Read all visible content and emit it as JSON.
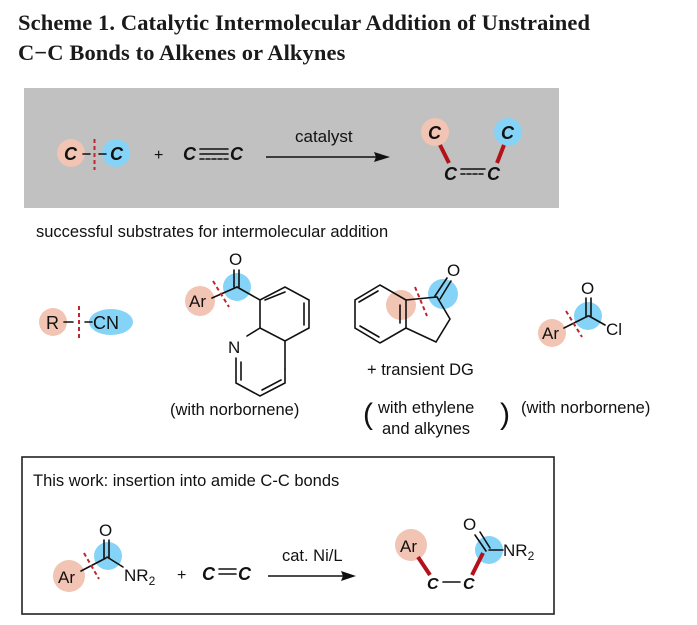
{
  "title": {
    "line1": "Scheme 1. Catalytic Intermolecular Addition of Unstrained",
    "line2": "C−C Bonds to Alkenes or Alkynes"
  },
  "colors": {
    "grey_panel": "#c1c1c1",
    "salmon_highlight": "#f2c4b3",
    "blue_highlight": "#85d4f7",
    "bond_red": "#b3121a",
    "cut_red": "#c0262d"
  },
  "general_scheme": {
    "reactant_left_atom": "C",
    "reactant_right_atom": "C",
    "plus": "+",
    "partner_left": "C",
    "partner_right": "C",
    "arrow_label": "catalyst",
    "product_top_left": "C",
    "product_top_right": "C",
    "product_bottom_left": "C",
    "product_bottom_right": "C"
  },
  "substrates": {
    "heading": "successful substrates for intermolecular addition",
    "nitrile": {
      "r": "R",
      "cn": "CN"
    },
    "quinolinyl_ketone": {
      "ar": "Ar",
      "o": "O",
      "n": "N",
      "note": "(with norbornene)"
    },
    "indanone": {
      "o": "O",
      "note_dg": "+ transient DG",
      "note_line1": "with ethylene",
      "note_line2": "and alkynes"
    },
    "acyl_chloride": {
      "ar": "Ar",
      "o": "O",
      "cl": "Cl",
      "note": "(with norbornene)"
    }
  },
  "this_work": {
    "heading": "This work: insertion into amide C-C bonds",
    "amide": {
      "ar": "Ar",
      "o": "O",
      "nr": "NR",
      "sub": "2"
    },
    "plus": "+",
    "alkene_left": "C",
    "alkene_right": "C",
    "arrow_label": "cat. Ni/L",
    "product": {
      "ar": "Ar",
      "o": "O",
      "nr": "NR",
      "sub": "2",
      "c_left": "C",
      "c_right": "C"
    }
  }
}
